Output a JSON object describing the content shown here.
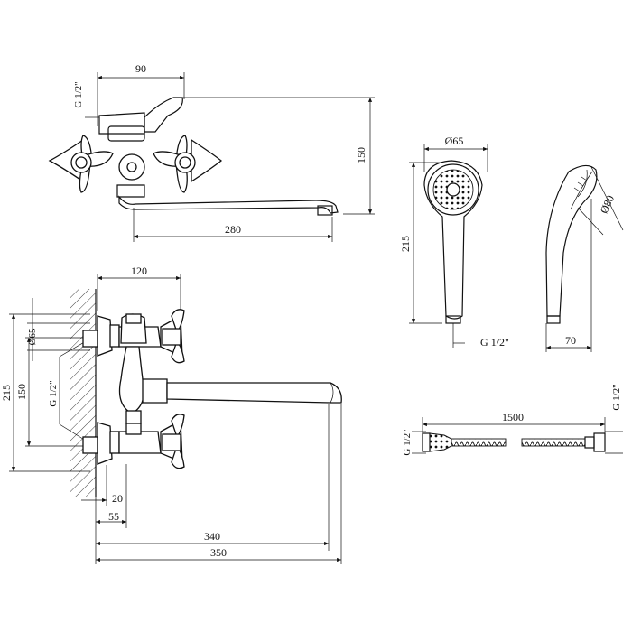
{
  "colors": {
    "line": "#111111",
    "background": "#ffffff"
  },
  "top_view": {
    "dims": {
      "d90": "90",
      "d150": "150",
      "d280": "280",
      "thread": "G 1/2\""
    }
  },
  "front_view": {
    "dims": {
      "d120": "120",
      "d65": "Ø65",
      "d215": "215",
      "d150": "150",
      "thread": "G 1/2\"",
      "d20": "20",
      "d55": "55",
      "d340": "340",
      "d350": "350"
    }
  },
  "shower_head": {
    "dims": {
      "d65": "Ø65",
      "d215": "215",
      "thread": "G 1/2\"",
      "d80": "Ø80",
      "d70": "70"
    }
  },
  "hose": {
    "dims": {
      "d1500": "1500",
      "thread_left": "G 1/2\"",
      "thread_right": "G 1/2\""
    }
  }
}
